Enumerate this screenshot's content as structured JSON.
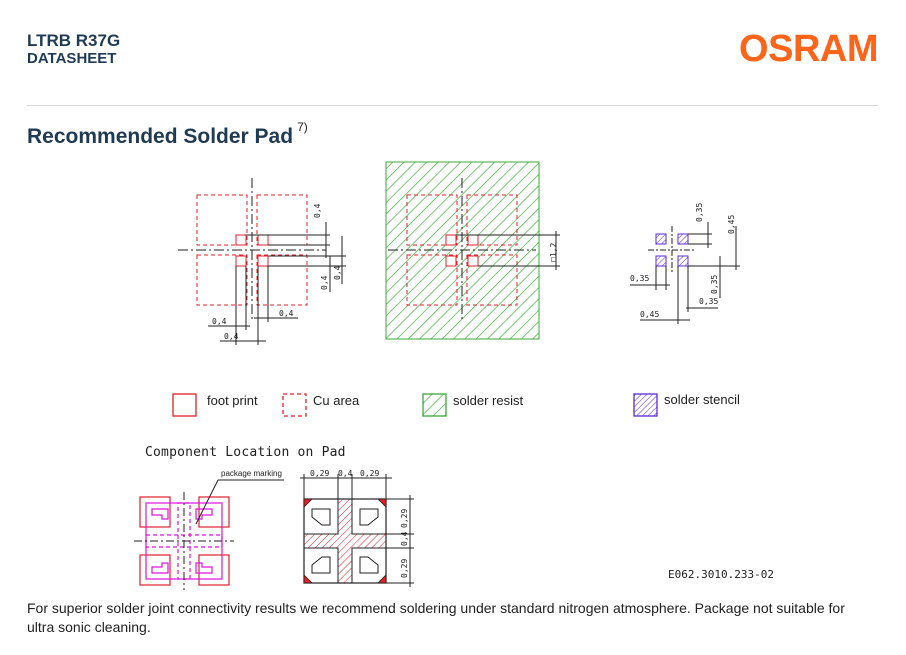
{
  "header": {
    "product": "LTRB R37G",
    "doc_type": "DATASHEET",
    "logo": "OSRAM",
    "logo_color": "#ff6419"
  },
  "section": {
    "title": "Recommended Solder Pad",
    "note_ref": "7)"
  },
  "dims": {
    "d04": "0,4",
    "d12": "□1,2",
    "d035": "0,35",
    "d045": "0,45",
    "d029": "0,29"
  },
  "legend": {
    "foot_print": "foot print",
    "cu_area": "Cu area",
    "solder_resist": "solder resist",
    "solder_stencil": "solder stencil"
  },
  "component": {
    "title": "Component Location on Pad",
    "marking": "package marking"
  },
  "drawing_code": "E062.3010.233-02",
  "footnote": "For superior solder joint connectivity results we recommend soldering under standard nitrogen atmosphere. Package not suitable for ultra sonic cleaning.",
  "colors": {
    "red": "#e0202a",
    "green": "#3aa835",
    "purple": "#5b2bd6",
    "magenta": "#e010e0"
  }
}
